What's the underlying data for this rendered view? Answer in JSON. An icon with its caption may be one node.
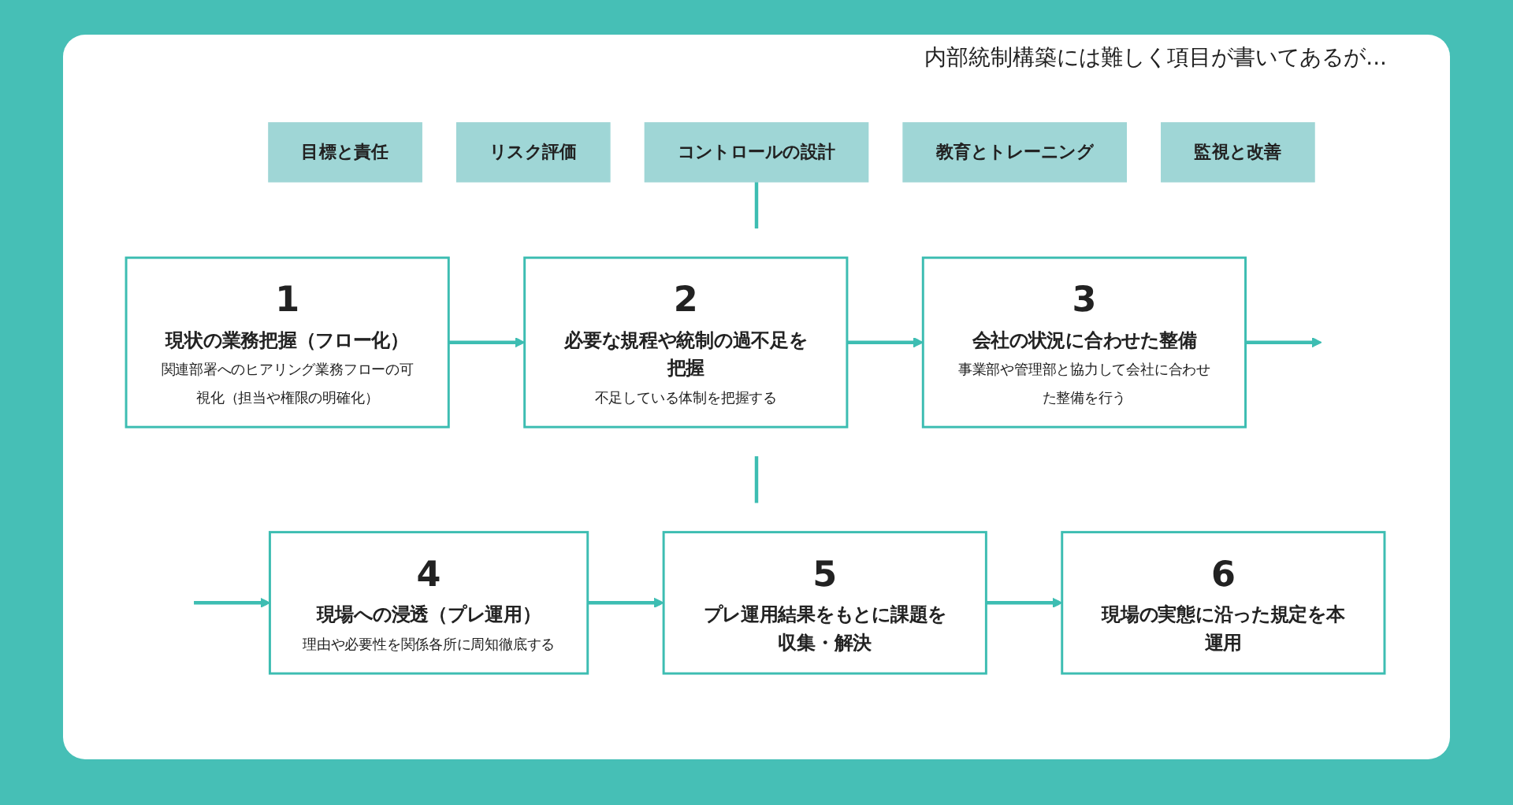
{
  "diagram": {
    "nodes": [
      {
        "text": [
          "目標と責任"
        ]
      },
      {
        "text": [
          "リスク評価"
        ]
      },
      {
        "text": [
          "コントロールの設計"
        ]
      },
      {
        "text": [
          "教育とトレーニング"
        ]
      },
      {
        "text": [
          "監視と改善"
        ]
      },
      {
        "text": [
          "1",
          "現状の業務把握（フロー化）",
          "関連部署へのヒアリング業務フローの可視化（担当や権限の明確化）"
        ]
      },
      {
        "text": [
          "2",
          "必要な規程や統制の過不足を把握",
          "不足している体制を把握する"
        ]
      },
      {
        "text": [
          "3",
          "会社の状況に合わせた整備",
          "事業部や管理部と協力して会社に合わせた整備を行う"
        ]
      },
      {
        "text": [
          "4",
          "現場への浸透（プレ運用）",
          "理由や必要性を関係各所に周知徹底する"
        ]
      },
      {
        "text": [
          "5",
          "プレ運用結果をもとに課題を収集・解決"
        ]
      },
      {
        "text": [
          "6",
          "現場の実態に沿った規定を本運用"
        ]
      }
    ],
    "edges": [
      {
        "from": 5,
        "to": 6,
        "arrow": "to"
      },
      {
        "from": 6,
        "to": 7,
        "arrow": "to"
      },
      {
        "from": 7,
        "to": null,
        "arrow": "to"
      },
      {
        "from": null,
        "to": 8,
        "arrow": "to"
      },
      {
        "from": 8,
        "to": 9,
        "arrow": "to"
      },
      {
        "from": 9,
        "to": 10,
        "arrow": "to"
      }
    ],
    "labels": [
      "内部統制構築には難しく項目が書いてあるが..."
    ]
  }
}
